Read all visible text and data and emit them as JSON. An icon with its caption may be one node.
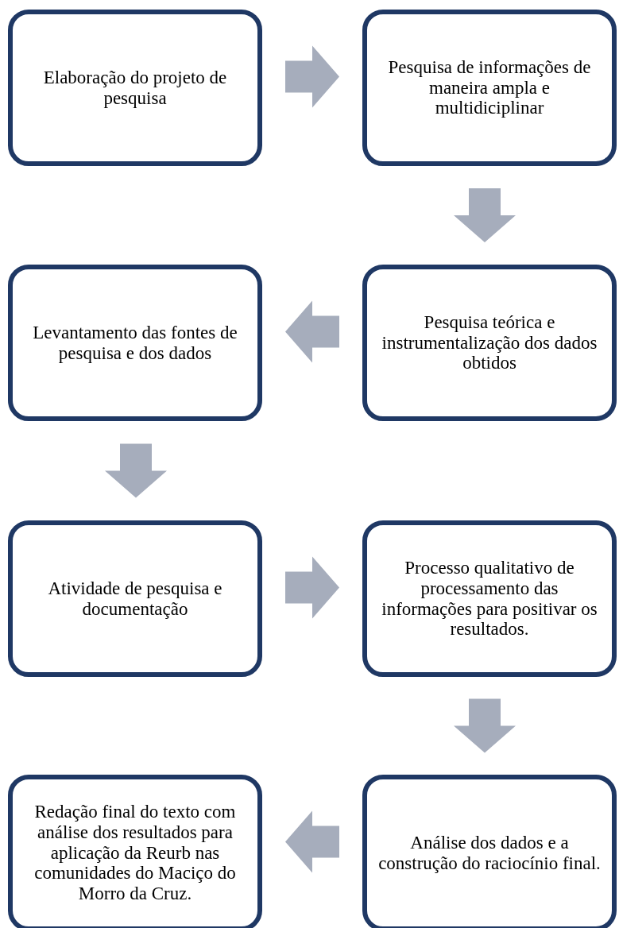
{
  "diagram": {
    "nodes": [
      {
        "text": [
          "Elaboração do projeto de pesquisa"
        ]
      },
      {
        "text": [
          "Pesquisa de informações de maneira ampla e multidiciplinar"
        ]
      },
      {
        "text": [
          "Levantamento das fontes de pesquisa e dos dados"
        ]
      },
      {
        "text": [
          "Pesquisa teórica e instrumentalização dos dados obtidos"
        ]
      },
      {
        "text": [
          "Atividade de pesquisa e documentação"
        ]
      },
      {
        "text": [
          "Processo qualitativo de processamento das informações para positivar os resultados."
        ]
      },
      {
        "text": [
          "Redação final do texto com análise dos resultados para aplicação da Reurb nas comunidades do Maciço do Morro da Cruz."
        ]
      },
      {
        "text": [
          "Análise dos dados e a construção do raciocínio final."
        ]
      }
    ],
    "edges": [
      {
        "from": 0,
        "to": 1,
        "arrow": "to"
      },
      {
        "from": 1,
        "to": 3,
        "arrow": "to"
      },
      {
        "from": 3,
        "to": 2,
        "arrow": "to"
      },
      {
        "from": 2,
        "to": 4,
        "arrow": "to"
      },
      {
        "from": 4,
        "to": 5,
        "arrow": "to"
      },
      {
        "from": 5,
        "to": 7,
        "arrow": "to"
      },
      {
        "from": 7,
        "to": 6,
        "arrow": "to"
      }
    ]
  }
}
